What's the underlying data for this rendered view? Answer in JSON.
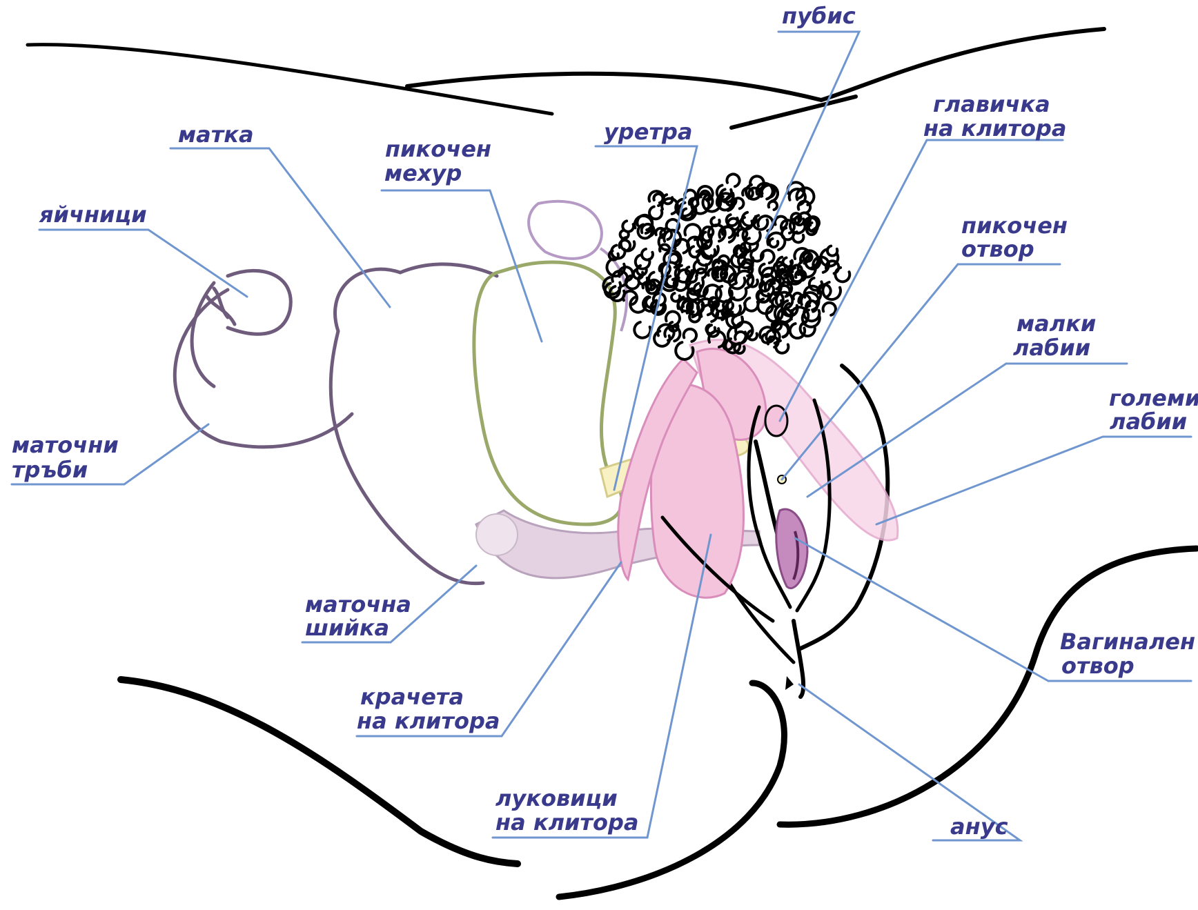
{
  "labels": {
    "pubis": "пубис",
    "glans": [
      "главичка",
      "на клитора"
    ],
    "urethra": "уретра",
    "uterus": "матка",
    "bladder": [
      "пикочен",
      "мехур"
    ],
    "urethral_opening": [
      "пикочен",
      "отвор"
    ],
    "ovaries": "яйчници",
    "labia_minora": [
      "малки",
      "лабии"
    ],
    "labia_majora": [
      "големи",
      "лабии"
    ],
    "fallopian_tubes": [
      "маточни",
      "тръби"
    ],
    "cervix": [
      "маточна",
      "шийка"
    ],
    "vaginal_opening": [
      "Вагинален",
      "отвор"
    ],
    "crura": [
      "крачета",
      "на клитора"
    ],
    "bulbs": [
      "луковици",
      "на клитора"
    ],
    "anus": "анус"
  },
  "colors": {
    "label_text": "#3a3a8c",
    "leader_line": "#7096d0",
    "uterus_outline": "#6f5c7c",
    "bladder_outline": "#9aa86a",
    "clitoris_fill": "#f4c3dc",
    "clitoris_outline": "#d98dbb",
    "urethra_fill": "#f8f1c4",
    "vagina_fill": "#e4d2e2",
    "ink": "#000000"
  }
}
